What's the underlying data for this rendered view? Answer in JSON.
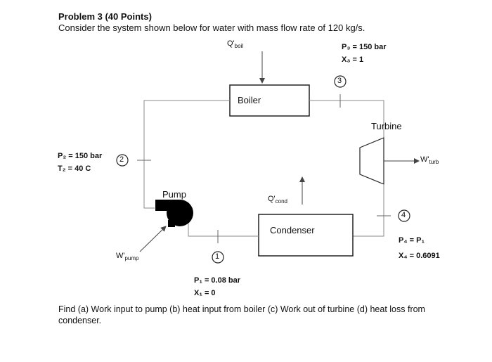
{
  "problem": {
    "title": "Problem 3 (40 Points)",
    "intro": "Consider the system shown below for water with mass flow rate of 120 kg/s.",
    "question": "Find (a) Work input to pump  (b) heat input from boiler  (c)  Work out of turbine  (d)  heat loss from condenser."
  },
  "components": {
    "boiler": "Boiler",
    "turbine": "Turbine",
    "pump": "Pump",
    "condenser": "Condenser"
  },
  "energy_labels": {
    "q_boil_main": "Q'",
    "q_boil_sub": "boil",
    "q_cond_main": "Q'",
    "q_cond_sub": "cond",
    "w_turb_main": "W'",
    "w_turb_sub": "turb",
    "w_pump_main": "W'",
    "w_pump_sub": "pump"
  },
  "states": {
    "s1": {
      "number": "1",
      "p": "P₁ =  0.08 bar",
      "x": "X₁ =  0"
    },
    "s2": {
      "number": "2",
      "p": "P₂ = 150 bar",
      "t": "T₂ = 40 C"
    },
    "s3": {
      "number": "3",
      "p": "P₃ = 150 bar",
      "x": "X₃ = 1"
    },
    "s4": {
      "number": "4",
      "p": "P₄ = P₁",
      "x": "X₄ = 0.6091"
    }
  }
}
